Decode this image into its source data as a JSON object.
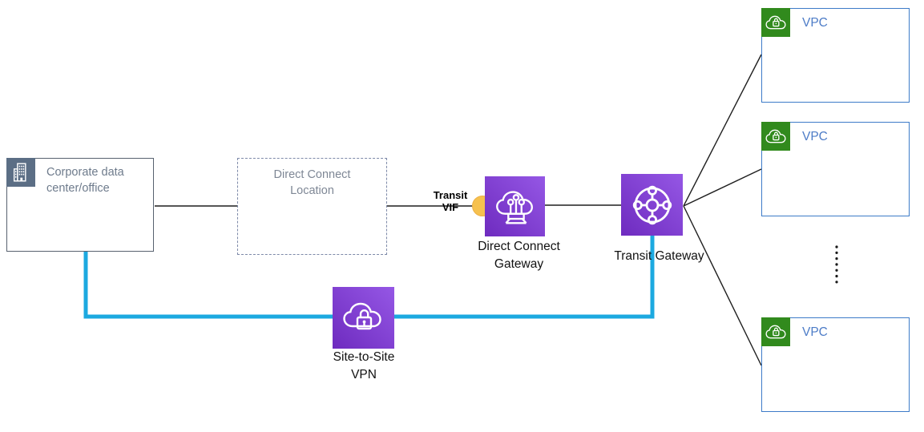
{
  "nodes": {
    "corporate": {
      "label": "Corporate data\ncenter/office"
    },
    "direct_connect_location": {
      "label": "Direct Connect\nLocation"
    },
    "transit_vif": {
      "label": "Transit\nVIF"
    },
    "direct_connect_gateway": {
      "label": "Direct Connect\nGateway"
    },
    "transit_gateway": {
      "label": "Transit Gateway"
    },
    "site_to_site_vpn": {
      "label": "Site-to-Site\nVPN"
    },
    "vpcs": [
      {
        "label": "VPC"
      },
      {
        "label": "VPC"
      },
      {
        "label": "VPC"
      }
    ]
  },
  "icons": {
    "corporate": "building-icon",
    "direct_connect_gateway": "cloud-circuit-gateway-icon",
    "transit_gateway": "hub-spoke-circle-icon",
    "site_to_site_vpn": "cloud-padlock-icon",
    "vpc": "cloud-lock-icon",
    "ellipsis": "vertical-dots"
  },
  "colors": {
    "gateway_purple_dark": "#6e2bbf",
    "gateway_purple_light": "#9557e5",
    "vpc_green": "#318a1d",
    "vpc_border_blue": "#3d7bc8",
    "vpc_text_blue": "#4d7cc7",
    "corporate_slate": "#5b6e85",
    "corporate_text": "#6e7b8c",
    "dashed_border": "#7d89a8",
    "connector_black": "#1f1f1f",
    "vpn_cyan": "#1ca9e0",
    "vif_yellow": "#f6c14f"
  }
}
